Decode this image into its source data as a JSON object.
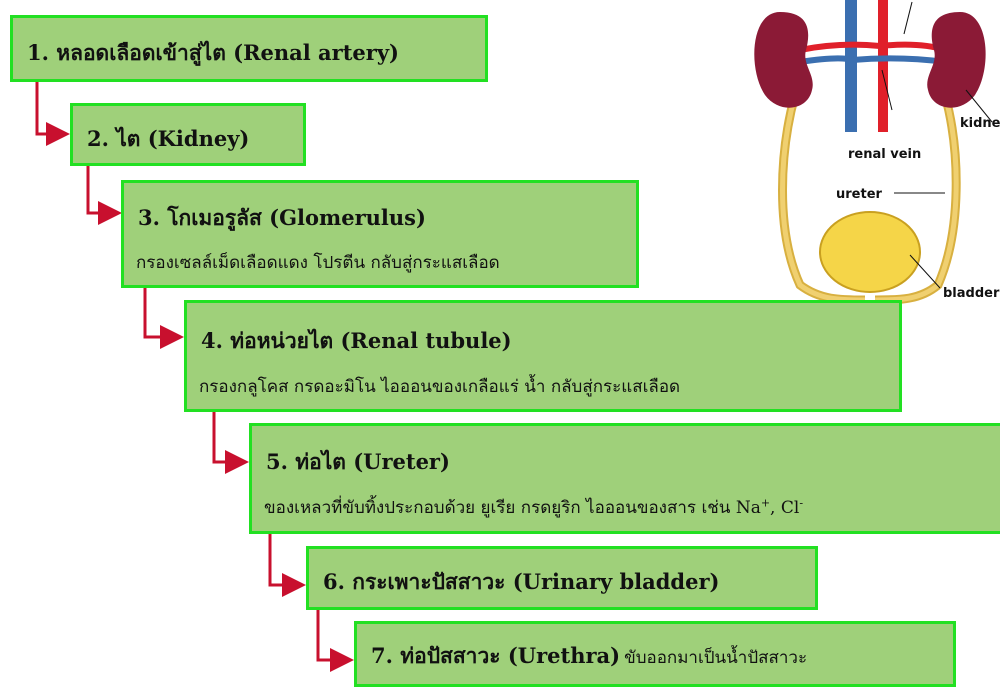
{
  "steps": [
    {
      "title": "1. หลอดเลือดเข้าสู่ไต (Renal artery)"
    },
    {
      "title": "2. ไต (Kidney)"
    },
    {
      "title": "3. โกเมอรูลัส (Glomerulus)",
      "desc": "กรองเซลล์เม็ดเลือดแดง โปรตีน กลับสู่กระแสเลือด"
    },
    {
      "title": "4. ท่อหน่วยไต (Renal tubule)",
      "desc": "กรองกลูโคส กรดอะมิโน ไอออนของเกลือแร่ น้ำ กลับสู่กระแสเลือด"
    },
    {
      "title": "5. ท่อไต (Ureter)",
      "desc_main": "ของเหลวที่ขับทิ้งประกอบด้วย ยูเรีย กรดยูริก ไอออนของสาร เช่น Na",
      "desc_sup1": "+",
      "desc_mid": ", Cl",
      "desc_sup2": "-"
    },
    {
      "title": "6. กระเพาะปัสสาวะ (Urinary bladder)"
    },
    {
      "title": "7. ท่อปัสสาวะ (Urethra)",
      "tail": "ขับออกมาเป็นน้ำปัสสาวะ"
    }
  ],
  "anatomy_labels": {
    "kidney": "kidney",
    "renal_vein": "renal vein",
    "ureter": "ureter",
    "bladder": "bladder"
  },
  "colors": {
    "box_fill": "#9fd07a",
    "box_border": "#22e022",
    "arrow": "#c8102e",
    "kidney": "#8b1a36",
    "vein": "#3b6fb0",
    "artery": "#e0202a",
    "ureter": "#f0d070",
    "bladder": "#f5d548"
  }
}
